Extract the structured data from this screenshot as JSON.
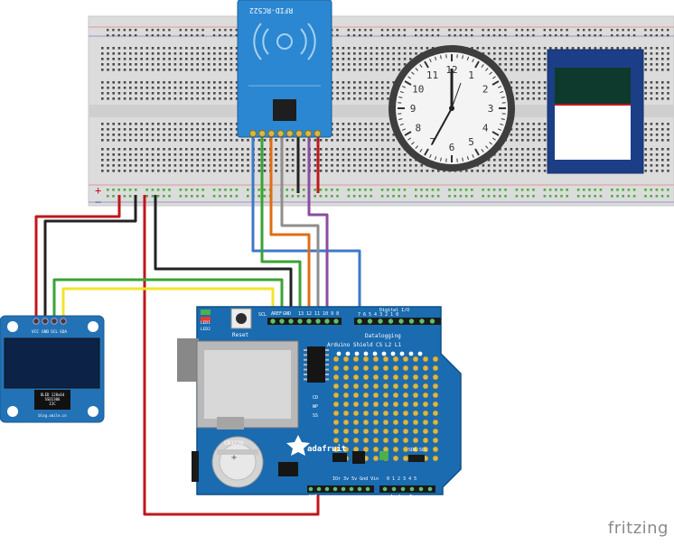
{
  "rfid": {
    "label": "RFID-RC522"
  },
  "oled": {
    "pins": [
      "VCC",
      "GND",
      "SCL",
      "SDA"
    ],
    "caption": [
      "OLED 128x64",
      "SSD1306",
      "I2C",
      "blog.smile.cn"
    ]
  },
  "shield": {
    "reset": "Reset",
    "led_labels": [
      "LED1",
      "LED2"
    ],
    "scl": "SCL",
    "aref": "AREF",
    "gnd": "GND",
    "digital_nums": "13 12 11 10 9  8",
    "digital_io": "Digital I/O",
    "digital_nums2": "7  6  5  4  3  2  1  0",
    "title": "Datalogging",
    "subtitle": "Arduino Shield",
    "lights": "L2 L1",
    "cs": "CS",
    "side_labels": [
      "CD",
      "WP",
      "SS"
    ],
    "battery": "CR1220",
    "brand": "adafruit",
    "sda_scl": "SDA SCL",
    "power_labels": "IOr  3v  5v  Gnd  Vin",
    "analog_nums": "0  1  2  3  4  5",
    "analog_in": "Analog In",
    "rst": "RST"
  },
  "clock": {
    "numbers": [
      "12",
      "1",
      "2",
      "3",
      "4",
      "5",
      "6",
      "7",
      "8",
      "9",
      "10",
      "11"
    ]
  },
  "breadboard": {
    "plus": "+",
    "minus": "−"
  },
  "footer": {
    "brand": "fritzing"
  },
  "colors": {
    "red": "#c0171b",
    "black": "#222222",
    "green": "#3aa335",
    "yellow": "#f2e52e",
    "orange": "#e06d14",
    "gray": "#8e8e8e",
    "purple": "#8a4da0",
    "blue": "#3c79c8",
    "board": "#1a6bb0",
    "rfid": "#2b87d1"
  }
}
